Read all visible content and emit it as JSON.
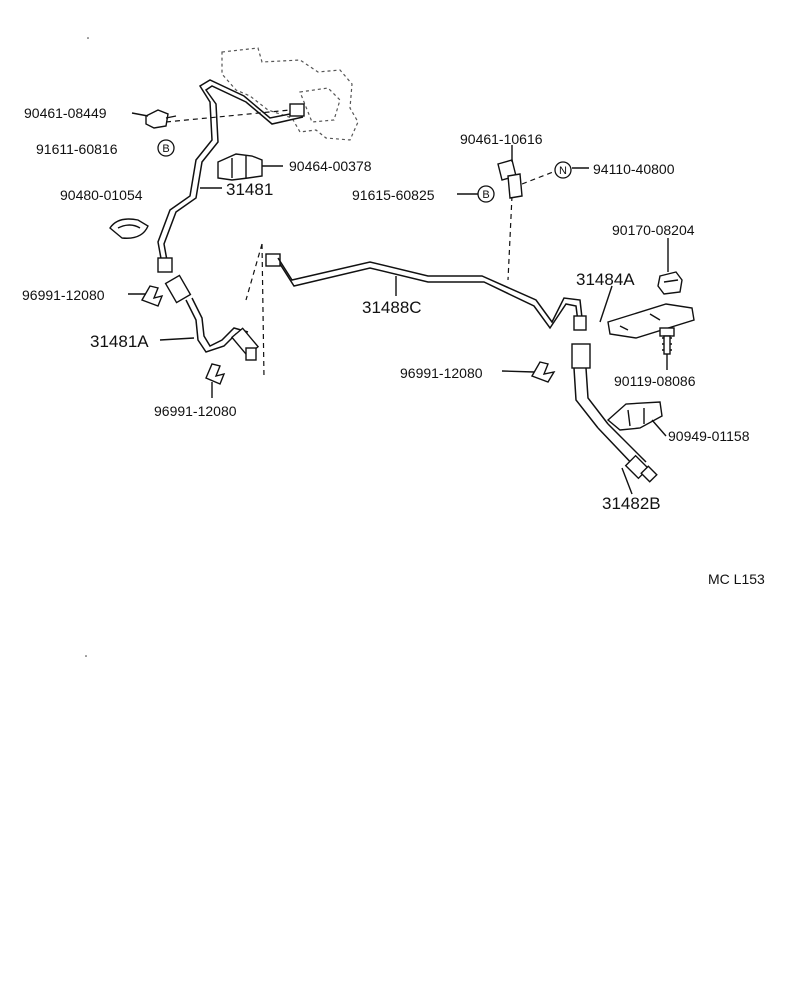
{
  "labels": {
    "p90461_08449": "90461-08449",
    "p91611_60816": "91611-60816",
    "p90464_00378": "90464-00378",
    "p31481": "31481",
    "p90480_01054": "90480-01054",
    "p96991_12080_a": "96991-12080",
    "p31481A": "31481A",
    "p96991_12080_b": "96991-12080",
    "p90461_10616": "90461-10616",
    "p94110_40800": "94110-40800",
    "p91615_60825": "91615-60825",
    "p31488C": "31488C",
    "p90170_08204": "90170-08204",
    "p31484A": "31484A",
    "p96991_12080_c": "96991-12080",
    "p90119_08086": "90119-08086",
    "p90949_01158": "90949-01158",
    "p31482B": "31482B",
    "code": "MC L153"
  },
  "markers": {
    "b1": "B",
    "b2": "B",
    "n1": "N"
  }
}
